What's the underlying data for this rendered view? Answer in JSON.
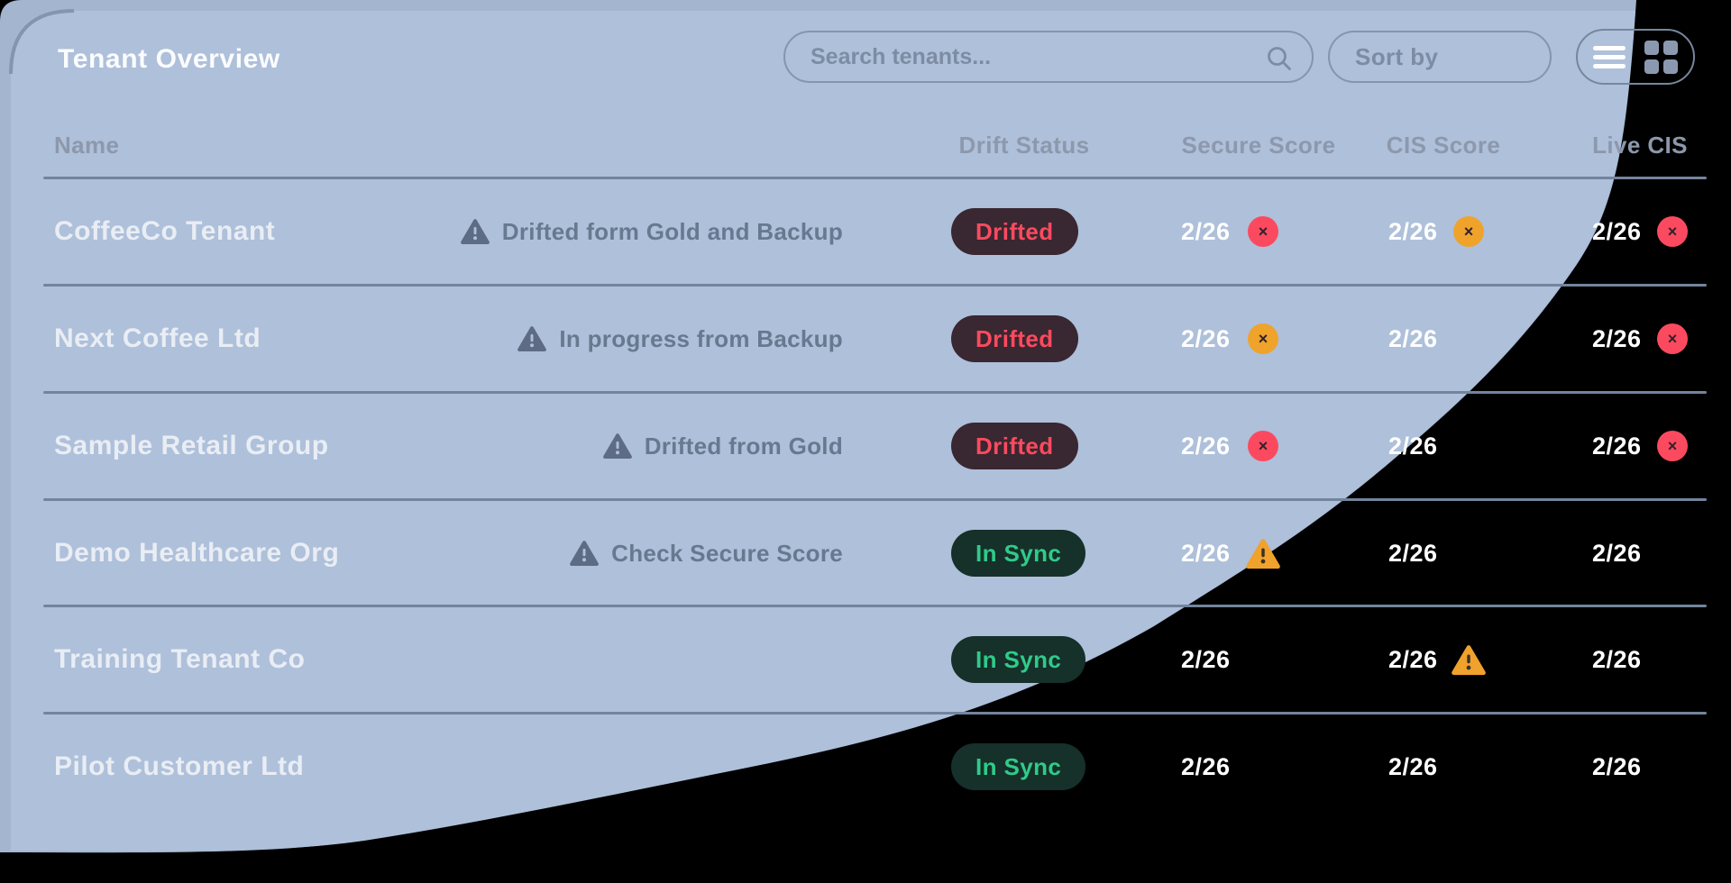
{
  "header": {
    "title": "Tenant Overview"
  },
  "toolbar": {
    "search_placeholder": "Search tenants...",
    "sort_label": "Sort by"
  },
  "table": {
    "columns": [
      {
        "key": "name",
        "label": "Name"
      },
      {
        "key": "drift",
        "label": "Drift Status"
      },
      {
        "key": "secure",
        "label": "Secure Score"
      },
      {
        "key": "cis",
        "label": "CIS Score"
      },
      {
        "key": "live",
        "label": "Live CIS"
      }
    ],
    "rows": [
      {
        "name": "CoffeeCo Tenant",
        "warning": "Drifted form Gold and Backup",
        "drift_status": "Drifted",
        "drift_type": "drifted",
        "secure": {
          "score": "2/26",
          "badge": "cross-red"
        },
        "cis": {
          "score": "2/26",
          "badge": "cross-orange"
        },
        "live": {
          "score": "2/26",
          "badge": "cross-red"
        }
      },
      {
        "name": "Next Coffee Ltd",
        "warning": "In progress from Backup",
        "drift_status": "Drifted",
        "drift_type": "drifted",
        "secure": {
          "score": "2/26",
          "badge": "cross-orange"
        },
        "cis": {
          "score": "2/26",
          "badge": "none"
        },
        "live": {
          "score": "2/26",
          "badge": "cross-red"
        }
      },
      {
        "name": "Sample Retail Group",
        "warning": "Drifted from Gold",
        "drift_status": "Drifted",
        "drift_type": "drifted",
        "secure": {
          "score": "2/26",
          "badge": "cross-red"
        },
        "cis": {
          "score": "2/26",
          "badge": "none"
        },
        "live": {
          "score": "2/26",
          "badge": "cross-red"
        }
      },
      {
        "name": "Demo Healthcare Org",
        "warning": "Check Secure Score",
        "drift_status": "In Sync",
        "drift_type": "in-sync",
        "secure": {
          "score": "2/26",
          "badge": "warning"
        },
        "cis": {
          "score": "2/26",
          "badge": "none"
        },
        "live": {
          "score": "2/26",
          "badge": "none"
        }
      },
      {
        "name": "Training Tenant Co",
        "warning": "",
        "drift_status": "In Sync",
        "drift_type": "in-sync",
        "secure": {
          "score": "2/26",
          "badge": "none"
        },
        "cis": {
          "score": "2/26",
          "badge": "warning"
        },
        "live": {
          "score": "2/26",
          "badge": "none"
        }
      },
      {
        "name": "Pilot Customer Ltd",
        "warning": "",
        "drift_status": "In Sync",
        "drift_type": "in-sync",
        "secure": {
          "score": "2/26",
          "badge": "none"
        },
        "cis": {
          "score": "2/26",
          "badge": "none"
        },
        "live": {
          "score": "2/26",
          "badge": "none"
        }
      }
    ]
  },
  "colors": {
    "page_bg": "#000000",
    "card_bg": "#aec0da",
    "card_edge": "#a3b5cf",
    "separator": "#73859d",
    "pill_drifted_bg": "#392731",
    "pill_drifted_text": "#fb4a5f",
    "pill_insync_bg": "#16302a",
    "pill_insync_text": "#2fcb89",
    "badge_red": "#fb4a5f",
    "badge_orange": "#efa32b",
    "warning_icon": "#5d6c84"
  }
}
